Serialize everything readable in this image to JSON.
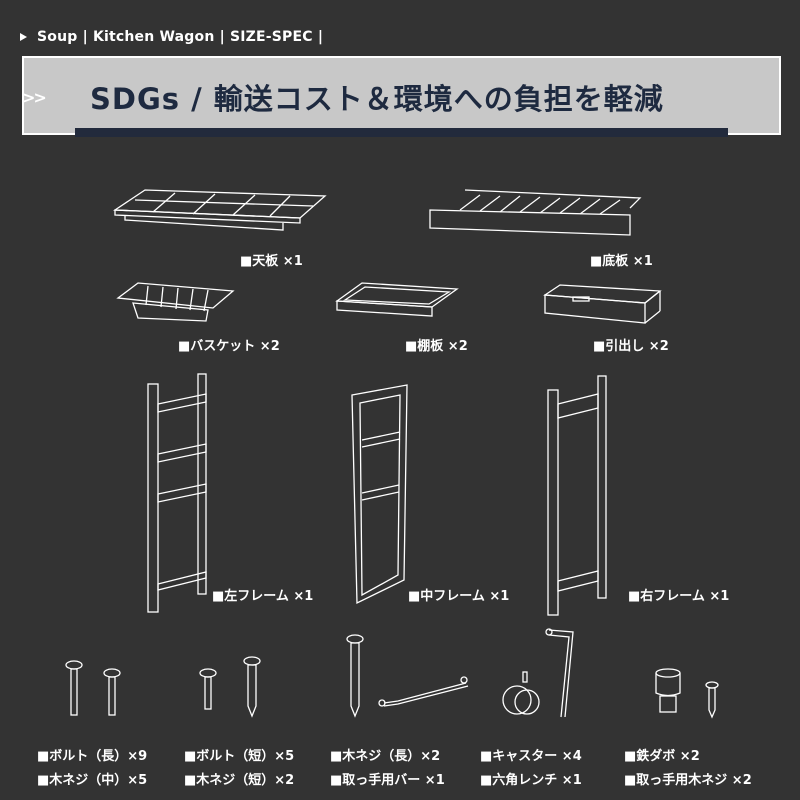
{
  "breadcrumb": {
    "text": "Soup | Kitchen Wagon | SIZE-SPEC |",
    "icon": "play-triangle-icon"
  },
  "banner": {
    "chevrons": ">>",
    "title": "SDGs / 輸送コスト＆環境への負担を軽減",
    "background": "#c8c8c8",
    "title_color": "#1e2a40",
    "underline_color": "#222a3c"
  },
  "parts": [
    {
      "label": "■天板 ×1",
      "icon": "top-board-icon"
    },
    {
      "label": "■底板 ×1",
      "icon": "bottom-board-icon"
    },
    {
      "label": "■バスケット ×2",
      "icon": "basket-icon"
    },
    {
      "label": "■棚板 ×2",
      "icon": "shelf-board-icon"
    },
    {
      "label": "■引出し ×2",
      "icon": "drawer-icon"
    },
    {
      "label": "■左フレーム ×1",
      "icon": "left-frame-icon"
    },
    {
      "label": "■中フレーム ×1",
      "icon": "middle-frame-icon"
    },
    {
      "label": "■右フレーム ×1",
      "icon": "right-frame-icon"
    }
  ],
  "hardware": [
    {
      "label": "■ボルト（長）×9"
    },
    {
      "label": "■ボルト（短）×5"
    },
    {
      "label": "■木ネジ（長）×2"
    },
    {
      "label": "■キャスター ×4"
    },
    {
      "label": "■鉄ダボ ×2"
    },
    {
      "label": "■木ネジ（中）×5"
    },
    {
      "label": "■木ネジ（短）×2"
    },
    {
      "label": "■取っ手用バー ×1"
    },
    {
      "label": "■六角レンチ ×1"
    },
    {
      "label": "■取っ手用木ネジ ×2"
    }
  ],
  "background": "#333333"
}
